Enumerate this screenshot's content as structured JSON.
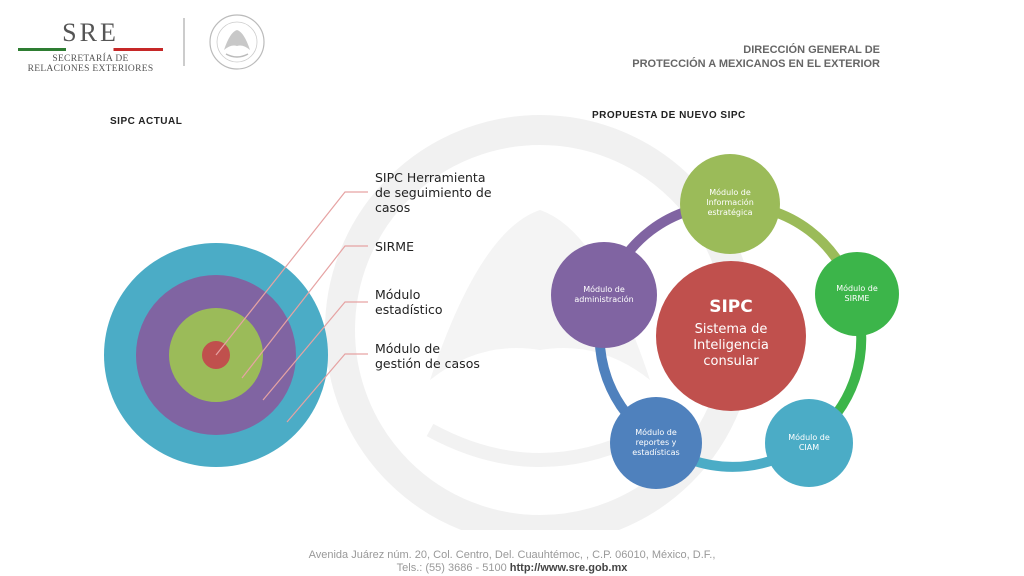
{
  "header": {
    "logo": {
      "name": "SRE",
      "subtitle_line1": "SECRETARÍA DE",
      "subtitle_line2": "RELACIONES EXTERIORES"
    },
    "department_line1": "DIRECCIÓN GENERAL DE",
    "department_line2": "PROTECCIÓN A MEXICANOS EN EL EXTERIOR"
  },
  "left": {
    "title": "SIPC ACTUAL",
    "labels": [
      {
        "line1": "SIPC Herramienta",
        "line2": "de seguimiento de",
        "line3": "casos"
      },
      {
        "line1": "SIRME"
      },
      {
        "line1": "Módulo",
        "line2": "estadístico"
      },
      {
        "line1": "Módulo de",
        "line2": "gestión de casos"
      }
    ],
    "colors": {
      "outer": "#4bacc6",
      "ring2": "#8064a2",
      "ring3": "#9bbb59",
      "center": "#c0504d"
    }
  },
  "right": {
    "title": "PROPUESTA DE NUEVO SIPC",
    "center": {
      "title": "SIPC",
      "line1": "Sistema de",
      "line2": "Inteligencia",
      "line3": "consular",
      "color": "#c0504d"
    },
    "modules": [
      {
        "line1": "Módulo de",
        "line2": "Información",
        "line3": "estratégica",
        "color": "#9bbb59"
      },
      {
        "line1": "Módulo de",
        "line2": "SIRME",
        "color": "#3cb54a"
      },
      {
        "line1": "Módulo de",
        "line2": "CIAM",
        "color": "#4bacc6"
      },
      {
        "line1": "Módulo de",
        "line2": "reportes y",
        "line3": "estadísticas",
        "color": "#4f81bd"
      },
      {
        "line1": "Módulo de",
        "line2": "administración",
        "color": "#8064a2"
      }
    ]
  },
  "footer": {
    "address": "Avenida Juárez núm. 20, Col. Centro, Del. Cuauhtémoc, , C.P. 06010, México, D.F.,",
    "phone": "Tels.: (55) 3686 - 5100",
    "url": "http://www.sre.gob.mx"
  }
}
